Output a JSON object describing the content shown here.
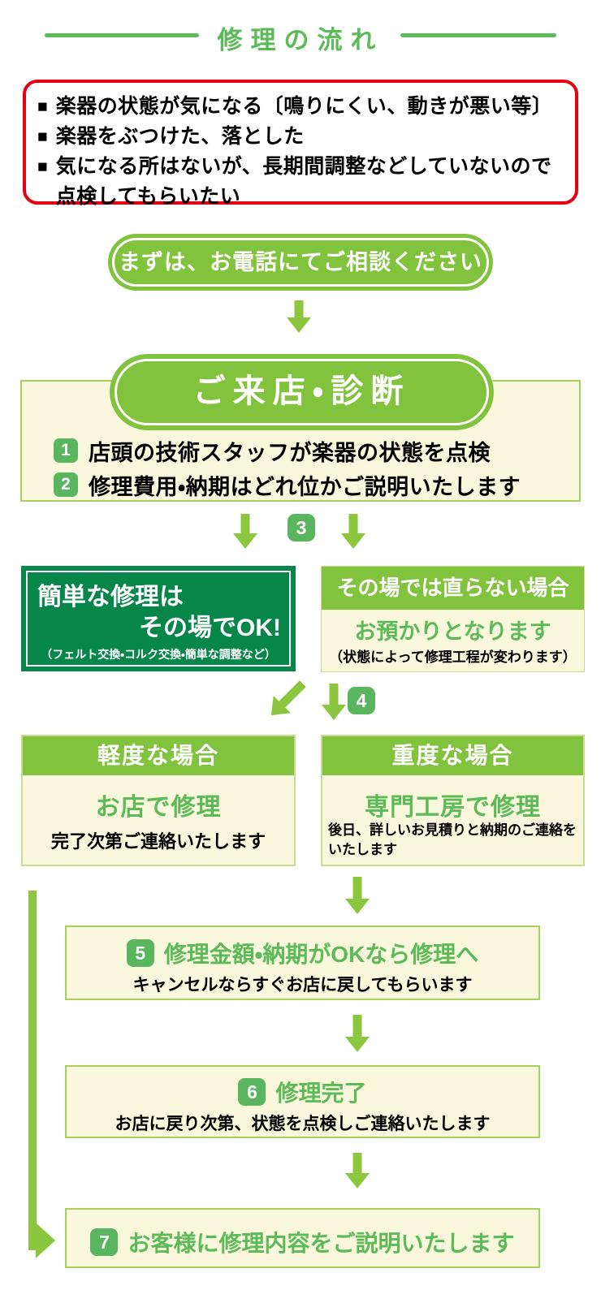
{
  "title": "修理の流れ",
  "concerns_box": {
    "bullet": "■",
    "items": [
      "楽器の状態が気になる〔鳴りにくい、動きが悪い等〕",
      "楽器をぶつけた、落とした",
      "気になる所はないが、長期間調整などしていないので点検してもらいたい"
    ]
  },
  "phone_pill": "まずは、お電話にてご相談ください",
  "visit": {
    "header": "ご来店・診断",
    "steps": [
      {
        "num": "1",
        "text": "店頭の技術スタッフが楽器の状態を点検"
      },
      {
        "num": "2",
        "text": "修理費用・納期はどれ位かご説明いたします"
      }
    ]
  },
  "step3_badge": "3",
  "onspot_box": {
    "line1": "簡単な修理は",
    "line2": "その場でOK!",
    "note": "（フェルト交換・コルク交換・簡単な調整など）"
  },
  "notfixed_box": {
    "header": "その場では直らない場合",
    "main": "お預かりとなります",
    "note": "（状態によって修理工程が変わります）"
  },
  "step4_badge": "4",
  "light_box": {
    "header": "軽度な場合",
    "main": "お店で修理",
    "note": "完了次第ご連絡いたします"
  },
  "heavy_box": {
    "header": "重度な場合",
    "main": "専門工房で修理",
    "note": "後日、詳しいお見積りと納期のご連絡をいたします"
  },
  "step5": {
    "num": "5",
    "title": "修理金額・納期がOKなら修理へ",
    "note": "キャンセルならすぐお店に戻してもらいます"
  },
  "step6": {
    "num": "6",
    "title": "修理完了",
    "note": "お店に戻り次第、状態を点検しご連絡いたします"
  },
  "step7": {
    "num": "7",
    "title": "お客様に修理内容をご説明いたします"
  },
  "colors": {
    "accent": "#82c33e",
    "arrow": "#8cc63f",
    "badge": "#59b55e",
    "gtext": "#5cba58",
    "dark": "#07864a",
    "cream": "#faf8dc",
    "red": "#e60012",
    "bsoft": "#c9dd90",
    "bstrong": "#a9d05c"
  }
}
